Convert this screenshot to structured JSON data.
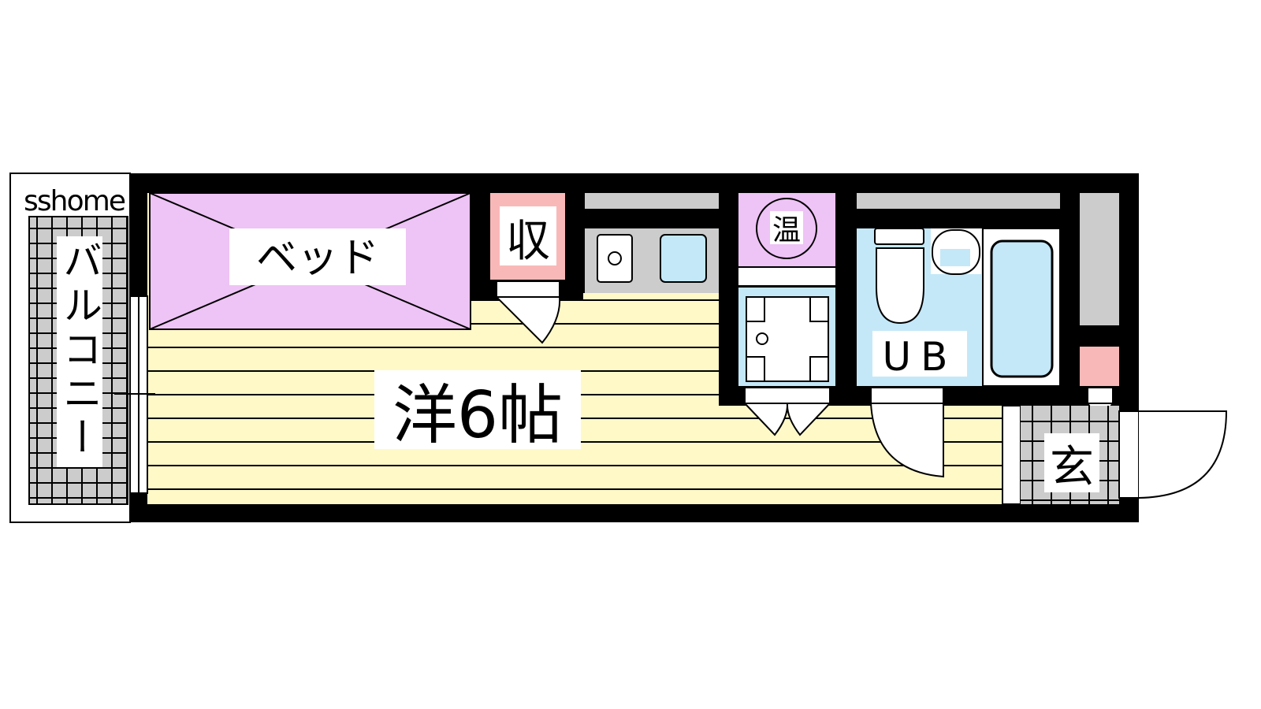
{
  "watermark": "sshome",
  "rooms": {
    "balcony": "バルコニー",
    "bed": "ベッド",
    "storage": "収",
    "water_heater": "温",
    "main_room": "洋6帖",
    "unit_bath": "UB",
    "entrance": "玄"
  },
  "colors": {
    "wall": "#000000",
    "floor": "#FFF9C8",
    "bed": "#EEC3F5",
    "storage": "#F9B8B8",
    "water": "#C4E8F8",
    "fixture_grey": "#CCCCCC"
  }
}
